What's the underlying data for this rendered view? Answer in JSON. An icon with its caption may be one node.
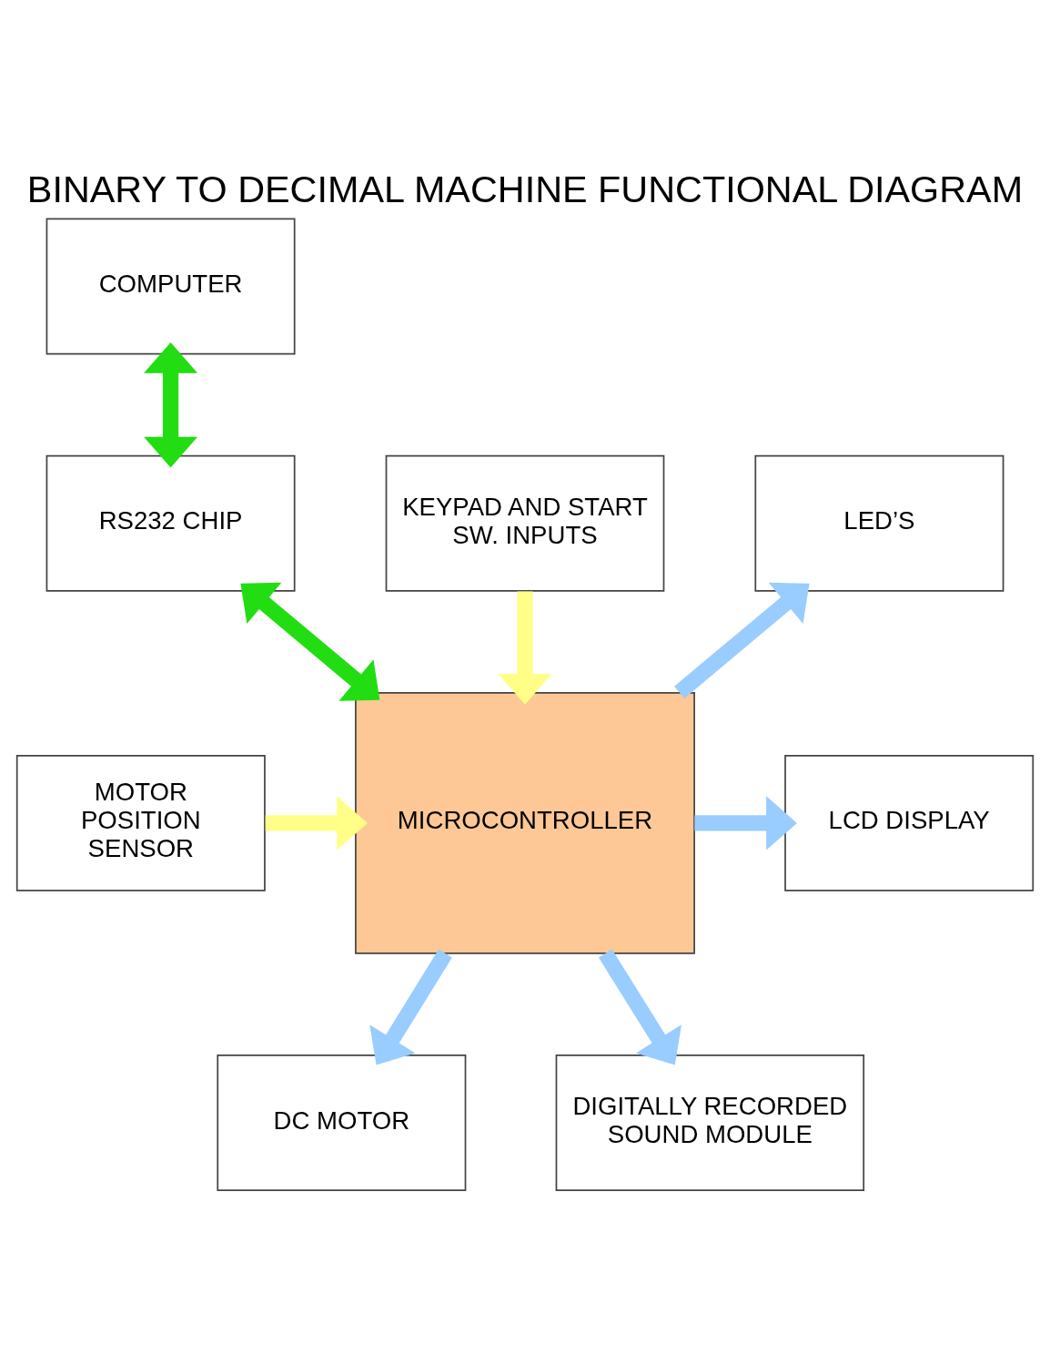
{
  "diagram": {
    "title": "BINARY TO DECIMAL MACHINE FUNCTIONAL DIAGRAM",
    "nodes": [
      {
        "text": [
          "COMPUTER"
        ]
      },
      {
        "text": [
          "RS232 CHIP"
        ]
      },
      {
        "text": [
          "KEYPAD AND START SW. INPUTS"
        ]
      },
      {
        "text": [
          "MOTOR POSITION SENSOR"
        ]
      },
      {
        "text": [
          "MICROCONTROLLER"
        ]
      },
      {
        "text": [
          "LED’S"
        ]
      },
      {
        "text": [
          "LCD DISPLAY"
        ]
      },
      {
        "text": [
          "DC MOTOR"
        ]
      },
      {
        "text": [
          "DIGITALLY RECORDED SOUND MODULE"
        ]
      }
    ],
    "edges": [
      {
        "from": 0,
        "to": 1,
        "arrow": "both",
        "color": "#22dd11"
      },
      {
        "from": 1,
        "to": 4,
        "arrow": "both",
        "color": "#22dd11"
      },
      {
        "from": 2,
        "to": 4,
        "arrow": "to",
        "color": "#ffff88"
      },
      {
        "from": 3,
        "to": 4,
        "arrow": "to",
        "color": "#ffff88"
      },
      {
        "from": 4,
        "to": 5,
        "arrow": "to"
      },
      {
        "from": 4,
        "to": 6,
        "arrow": "to"
      },
      {
        "from": 4,
        "to": 7,
        "arrow": "to"
      },
      {
        "from": 4,
        "to": 8,
        "arrow": "to"
      }
    ]
  }
}
